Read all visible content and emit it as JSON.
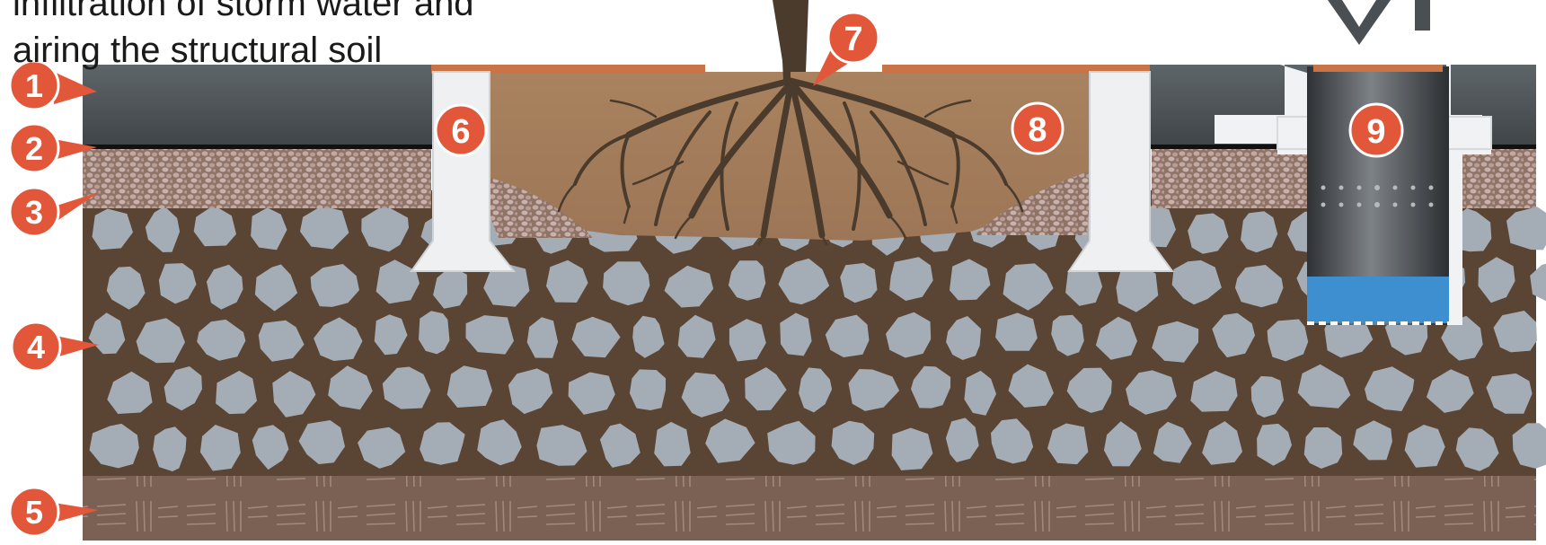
{
  "caption": {
    "line1": "infiltration of storm water and",
    "line2": "airing the structural soil"
  },
  "markers": {
    "m1": "1",
    "m2": "2",
    "m3": "3",
    "m4": "4",
    "m5": "5",
    "m6": "6",
    "m7": "7",
    "m8": "8",
    "m9": "9"
  },
  "colors": {
    "marker": "#E2573A",
    "asphalt": "#4f5559",
    "soil": "#a57d5c",
    "stone": "#a4adb5",
    "stone_gap": "#5a4433",
    "subsoil": "#7a6152",
    "water": "#3d8fcf",
    "edging": "#c87446"
  },
  "icons": [
    "tree-roots-icon",
    "arrow-down-icon"
  ]
}
